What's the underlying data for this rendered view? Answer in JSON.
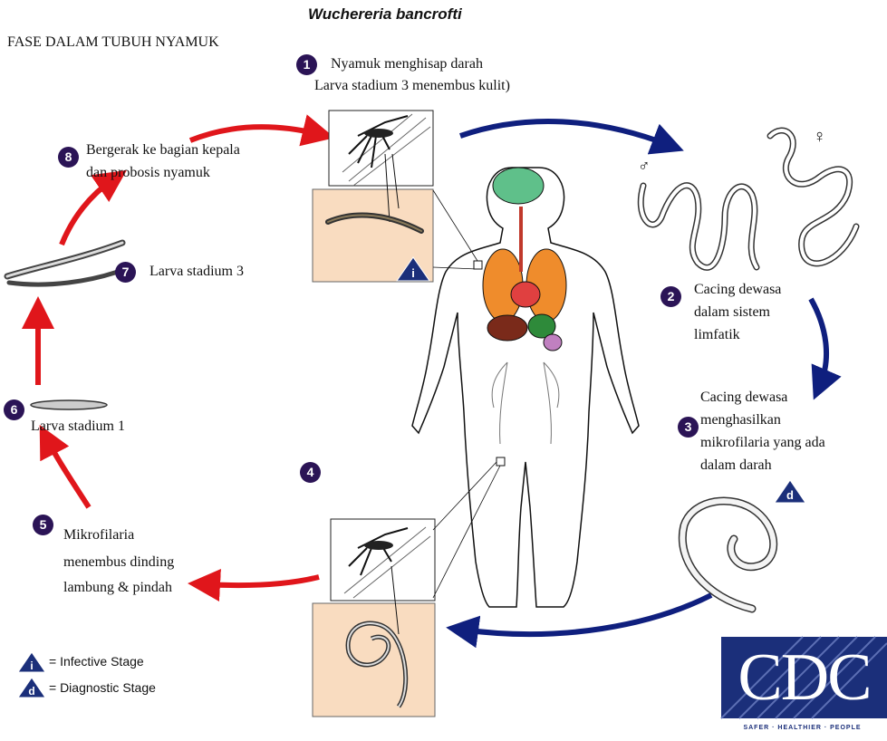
{
  "title": "Wuchereria bancrofti",
  "phase_label": "FASE DALAM TUBUH NYAMUK",
  "steps": [
    {
      "num": "1",
      "lines": [
        "Nyamuk menghisap darah",
        "Larva stadium 3 menembus kulit)"
      ]
    },
    {
      "num": "2",
      "lines": [
        "Cacing dewasa",
        "dalam sistem",
        "limfatik"
      ]
    },
    {
      "num": "3",
      "lines": [
        "Cacing dewasa",
        "menghasilkan",
        "mikrofilaria yang ada",
        "dalam darah"
      ]
    },
    {
      "num": "4",
      "lines": []
    },
    {
      "num": "5",
      "lines": [
        "Mikrofilaria",
        "menembus dinding",
        "lambung & pindah"
      ]
    },
    {
      "num": "6",
      "lines": [
        "Larva stadium 1"
      ]
    },
    {
      "num": "7",
      "lines": [
        "Larva stadium 3"
      ]
    },
    {
      "num": "8",
      "lines": [
        "Bergerak ke bagian kepala",
        "dan probosis nyamuk"
      ]
    }
  ],
  "stage_markers": {
    "infective": "i",
    "diagnostic": "d"
  },
  "sex_symbols": {
    "male": "♂",
    "female": "♀"
  },
  "legend": [
    {
      "marker": "i",
      "text": "= Infective Stage"
    },
    {
      "marker": "d",
      "text": "= Diagnostic Stage"
    }
  ],
  "logo": {
    "text": "CDC",
    "tagline": "SAFER · HEALTHIER · PEOPLE"
  },
  "colors": {
    "mosquito_phase_arrows": "#e0161b",
    "human_phase_arrows": "#0f1f7e",
    "step_badge": "#2b1456",
    "inset_background": "#f9dcc0",
    "cdc_blue": "#1b2f7a"
  }
}
